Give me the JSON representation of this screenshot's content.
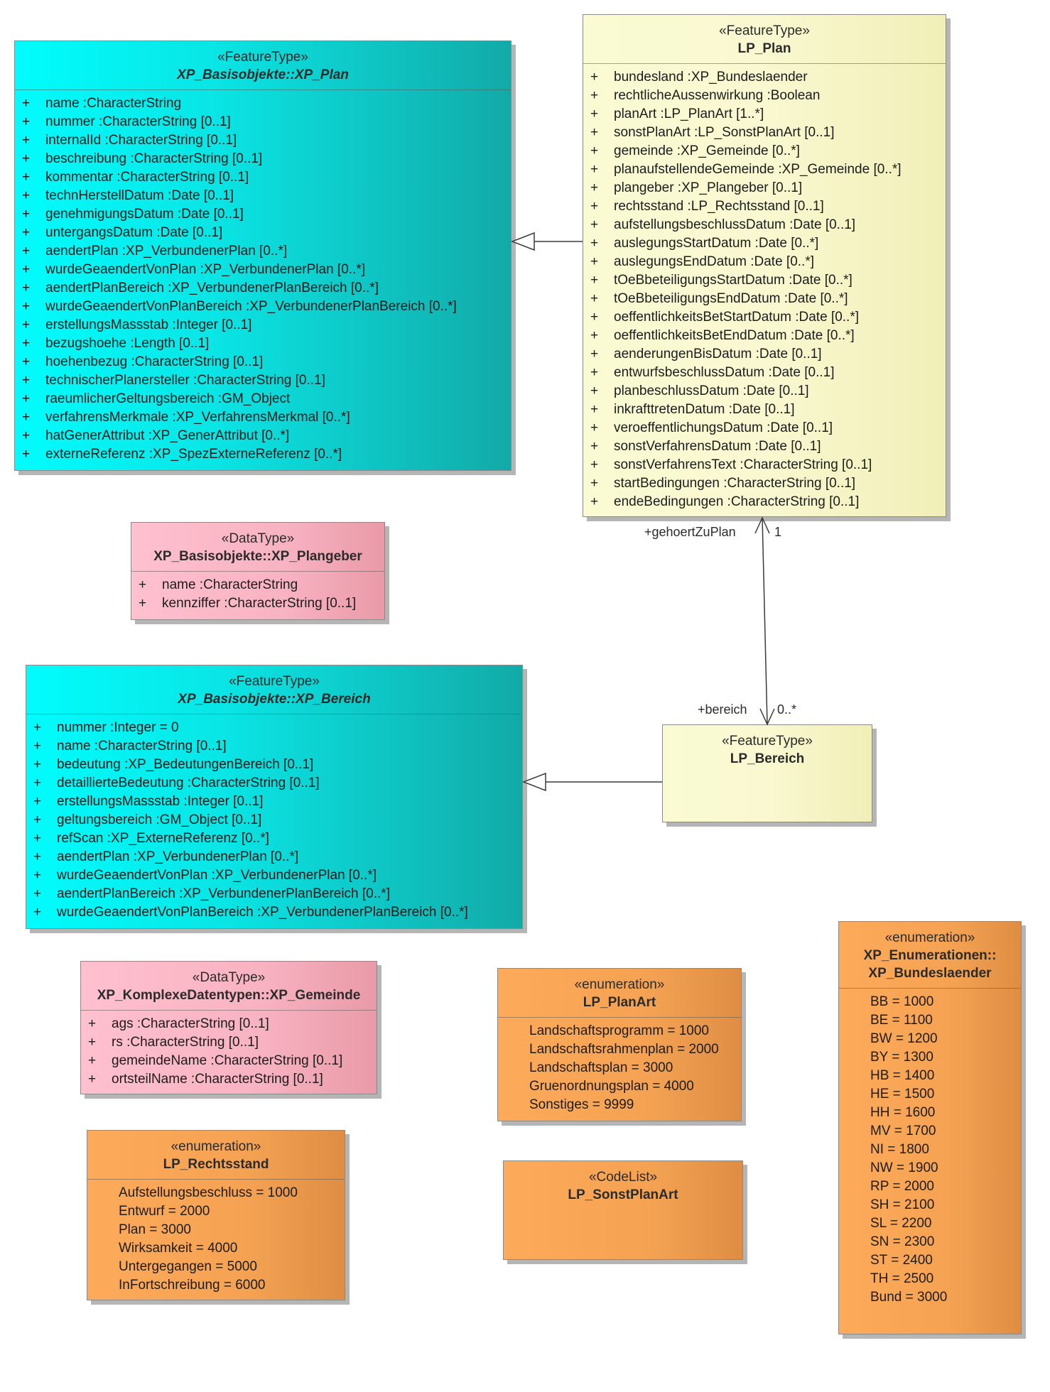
{
  "classes": {
    "xp_plan": {
      "stereotype": "«FeatureType»",
      "name": "XP_Basisobjekte::XP_Plan",
      "attributes": [
        {
          "vis": "+",
          "text": "name  :CharacterString"
        },
        {
          "vis": "+",
          "text": "nummer  :CharacterString [0..1]"
        },
        {
          "vis": "+",
          "text": "internalId  :CharacterString [0..1]"
        },
        {
          "vis": "+",
          "text": "beschreibung  :CharacterString [0..1]"
        },
        {
          "vis": "+",
          "text": "kommentar  :CharacterString [0..1]"
        },
        {
          "vis": "+",
          "text": "technHerstellDatum  :Date [0..1]"
        },
        {
          "vis": "+",
          "text": "genehmigungsDatum  :Date [0..1]"
        },
        {
          "vis": "+",
          "text": "untergangsDatum  :Date [0..1]"
        },
        {
          "vis": "+",
          "text": "aendertPlan  :XP_VerbundenerPlan [0..*]"
        },
        {
          "vis": "+",
          "text": "wurdeGeaendertVonPlan  :XP_VerbundenerPlan [0..*]"
        },
        {
          "vis": "+",
          "text": "aendertPlanBereich  :XP_VerbundenerPlanBereich [0..*]"
        },
        {
          "vis": "+",
          "text": "wurdeGeaendertVonPlanBereich  :XP_VerbundenerPlanBereich [0..*]"
        },
        {
          "vis": "+",
          "text": "erstellungsMassstab  :Integer [0..1]"
        },
        {
          "vis": "+",
          "text": "bezugshoehe  :Length [0..1]"
        },
        {
          "vis": "+",
          "text": "hoehenbezug  :CharacterString [0..1]"
        },
        {
          "vis": "+",
          "text": "technischerPlanersteller  :CharacterString [0..1]"
        },
        {
          "vis": "+",
          "text": "raeumlicherGeltungsbereich  :GM_Object"
        },
        {
          "vis": "+",
          "text": "verfahrensMerkmale  :XP_VerfahrensMerkmal [0..*]"
        },
        {
          "vis": "+",
          "text": "hatGenerAttribut  :XP_GenerAttribut [0..*]"
        },
        {
          "vis": "+",
          "text": "externeReferenz  :XP_SpezExterneReferenz [0..*]"
        }
      ]
    },
    "lp_plan": {
      "stereotype": "«FeatureType»",
      "name": "LP_Plan",
      "attributes": [
        {
          "vis": "+",
          "text": "bundesland  :XP_Bundeslaender"
        },
        {
          "vis": "+",
          "text": "rechtlicheAussenwirkung  :Boolean"
        },
        {
          "vis": "+",
          "text": "planArt  :LP_PlanArt [1..*]"
        },
        {
          "vis": "+",
          "text": "sonstPlanArt  :LP_SonstPlanArt [0..1]"
        },
        {
          "vis": "+",
          "text": "gemeinde  :XP_Gemeinde [0..*]"
        },
        {
          "vis": "+",
          "text": "planaufstellendeGemeinde  :XP_Gemeinde [0..*]"
        },
        {
          "vis": "+",
          "text": "plangeber  :XP_Plangeber [0..1]"
        },
        {
          "vis": "+",
          "text": "rechtsstand  :LP_Rechtsstand [0..1]"
        },
        {
          "vis": "+",
          "text": "aufstellungsbeschlussDatum  :Date [0..1]"
        },
        {
          "vis": "+",
          "text": "auslegungsStartDatum  :Date [0..*]"
        },
        {
          "vis": "+",
          "text": "auslegungsEndDatum  :Date [0..*]"
        },
        {
          "vis": "+",
          "text": "tOeBbeteiligungsStartDatum  :Date [0..*]"
        },
        {
          "vis": "+",
          "text": "tOeBbeteiligungsEndDatum  :Date [0..*]"
        },
        {
          "vis": "+",
          "text": "oeffentlichkeitsBetStartDatum  :Date [0..*]"
        },
        {
          "vis": "+",
          "text": "oeffentlichkeitsBetEndDatum  :Date [0..*]"
        },
        {
          "vis": "+",
          "text": "aenderungenBisDatum  :Date [0..1]"
        },
        {
          "vis": "+",
          "text": "entwurfsbeschlussDatum  :Date [0..1]"
        },
        {
          "vis": "+",
          "text": "planbeschlussDatum  :Date [0..1]"
        },
        {
          "vis": "+",
          "text": "inkrafttretenDatum  :Date [0..1]"
        },
        {
          "vis": "+",
          "text": "veroeffentlichungsDatum  :Date [0..1]"
        },
        {
          "vis": "+",
          "text": "sonstVerfahrensDatum  :Date [0..1]"
        },
        {
          "vis": "+",
          "text": "sonstVerfahrensText  :CharacterString [0..1]"
        },
        {
          "vis": "+",
          "text": "startBedingungen  :CharacterString [0..1]"
        },
        {
          "vis": "+",
          "text": "endeBedingungen  :CharacterString [0..1]"
        }
      ]
    },
    "xp_plangeber": {
      "stereotype": "«DataType»",
      "name": "XP_Basisobjekte::XP_Plangeber",
      "attributes": [
        {
          "vis": "+",
          "text": "name  :CharacterString"
        },
        {
          "vis": "+",
          "text": "kennziffer  :CharacterString [0..1]"
        }
      ]
    },
    "xp_bereich": {
      "stereotype": "«FeatureType»",
      "name": "XP_Basisobjekte::XP_Bereich",
      "attributes": [
        {
          "vis": "+",
          "text": "nummer  :Integer = 0"
        },
        {
          "vis": "+",
          "text": "name  :CharacterString [0..1]"
        },
        {
          "vis": "+",
          "text": "bedeutung  :XP_BedeutungenBereich [0..1]"
        },
        {
          "vis": "+",
          "text": "detaillierteBedeutung  :CharacterString [0..1]"
        },
        {
          "vis": "+",
          "text": "erstellungsMassstab  :Integer [0..1]"
        },
        {
          "vis": "+",
          "text": "geltungsbereich  :GM_Object [0..1]"
        },
        {
          "vis": "+",
          "text": "refScan  :XP_ExterneReferenz [0..*]"
        },
        {
          "vis": "+",
          "text": "aendertPlan  :XP_VerbundenerPlan [0..*]"
        },
        {
          "vis": "+",
          "text": "wurdeGeaendertVonPlan  :XP_VerbundenerPlan [0..*]"
        },
        {
          "vis": "+",
          "text": "aendertPlanBereich  :XP_VerbundenerPlanBereich [0..*]"
        },
        {
          "vis": "+",
          "text": "wurdeGeaendertVonPlanBereich  :XP_VerbundenerPlanBereich [0..*]"
        }
      ]
    },
    "lp_bereich": {
      "stereotype": "«FeatureType»",
      "name": "LP_Bereich"
    },
    "xp_gemeinde": {
      "stereotype": "«DataType»",
      "name": "XP_KomplexeDatentypen::XP_Gemeinde",
      "attributes": [
        {
          "vis": "+",
          "text": "ags  :CharacterString [0..1]"
        },
        {
          "vis": "+",
          "text": "rs  :CharacterString [0..1]"
        },
        {
          "vis": "+",
          "text": "gemeindeName  :CharacterString [0..1]"
        },
        {
          "vis": "+",
          "text": "ortsteilName  :CharacterString [0..1]"
        }
      ]
    },
    "lp_planart": {
      "stereotype": "«enumeration»",
      "name": "LP_PlanArt",
      "literals": [
        "Landschaftsprogramm = 1000",
        "Landschaftsrahmenplan = 2000",
        "Landschaftsplan = 3000",
        "Gruenordnungsplan = 4000",
        "Sonstiges = 9999"
      ]
    },
    "xp_bundeslaender": {
      "stereotype": "«enumeration»",
      "name_line1": "XP_Enumerationen::",
      "name_line2": "XP_Bundeslaender",
      "literals": [
        "BB = 1000",
        "BE = 1100",
        "BW = 1200",
        "BY = 1300",
        "HB = 1400",
        "HE = 1500",
        "HH = 1600",
        "MV = 1700",
        "NI = 1800",
        "NW = 1900",
        "RP = 2000",
        "SH = 2100",
        "SL = 2200",
        "SN = 2300",
        "ST = 2400",
        "TH = 2500",
        "Bund = 3000"
      ]
    },
    "lp_rechtsstand": {
      "stereotype": "«enumeration»",
      "name": "LP_Rechtsstand",
      "literals": [
        "Aufstellungsbeschluss = 1000",
        "Entwurf = 2000",
        "Plan = 3000",
        "Wirksamkeit = 4000",
        "Untergegangen = 5000",
        "InFortschreibung = 6000"
      ]
    },
    "lp_sonstplanart": {
      "stereotype": "«CodeList»",
      "name": "LP_SonstPlanArt"
    }
  },
  "association": {
    "source_role": "+gehoertZuPlan",
    "source_multiplicity": "1",
    "target_role": "+bereich",
    "target_multiplicity": "0..*"
  },
  "colors": {
    "feature_type_base": "#0ae5e5",
    "feature_type_local": "#f9f8d0",
    "data_type": "#f8b3c2",
    "enumeration": "#f5a353",
    "line": "#3a3a3a"
  }
}
